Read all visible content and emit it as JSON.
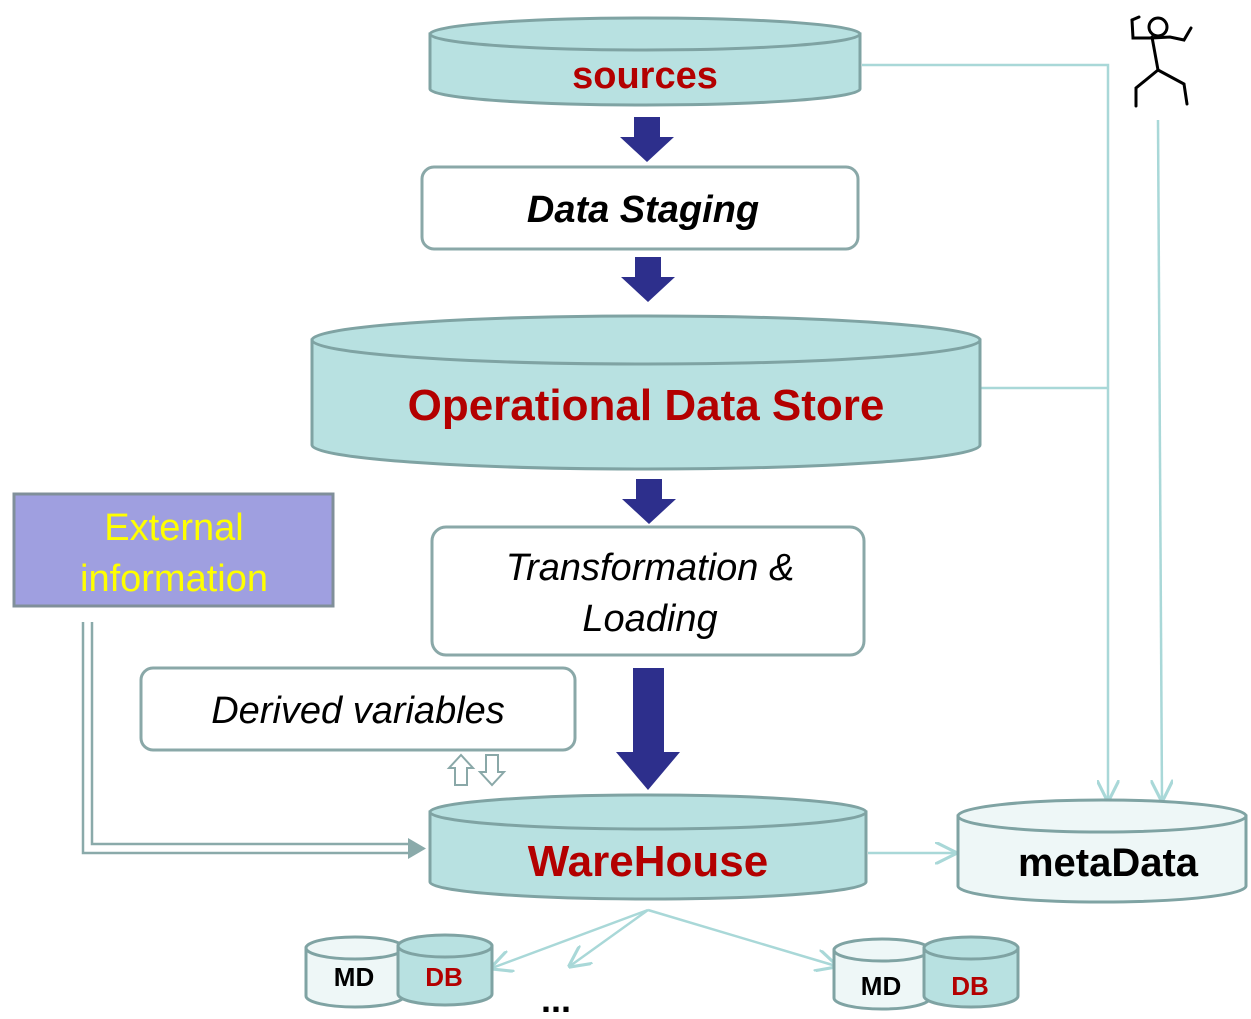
{
  "nodes": {
    "sources": {
      "label": "sources"
    },
    "data_staging": {
      "label": "Data Staging"
    },
    "ods": {
      "label": "Operational Data Store"
    },
    "external": {
      "line1": "External",
      "line2": "information"
    },
    "transformation": {
      "line1": "Transformation &",
      "line2": "Loading"
    },
    "derived": {
      "label": "Derived variables"
    },
    "warehouse": {
      "label": "WareHouse"
    },
    "metadata": {
      "label": "metaData"
    },
    "mart_left": {
      "md": "MD",
      "db": "DB"
    },
    "mart_right": {
      "md": "MD",
      "db": "DB"
    },
    "ellipsis": {
      "label": "..."
    }
  },
  "colors": {
    "cylinder_fill": "#b8e1e1",
    "cylinder_stroke": "#7fa3a3",
    "db_label": "#b30000",
    "external_fill": "#9f9fe0",
    "external_text": "#ffff00",
    "flow_arrow": "#2d2f8c",
    "meta_line": "#a9d8d8"
  },
  "icons": {
    "user": "stick-figure-icon"
  }
}
